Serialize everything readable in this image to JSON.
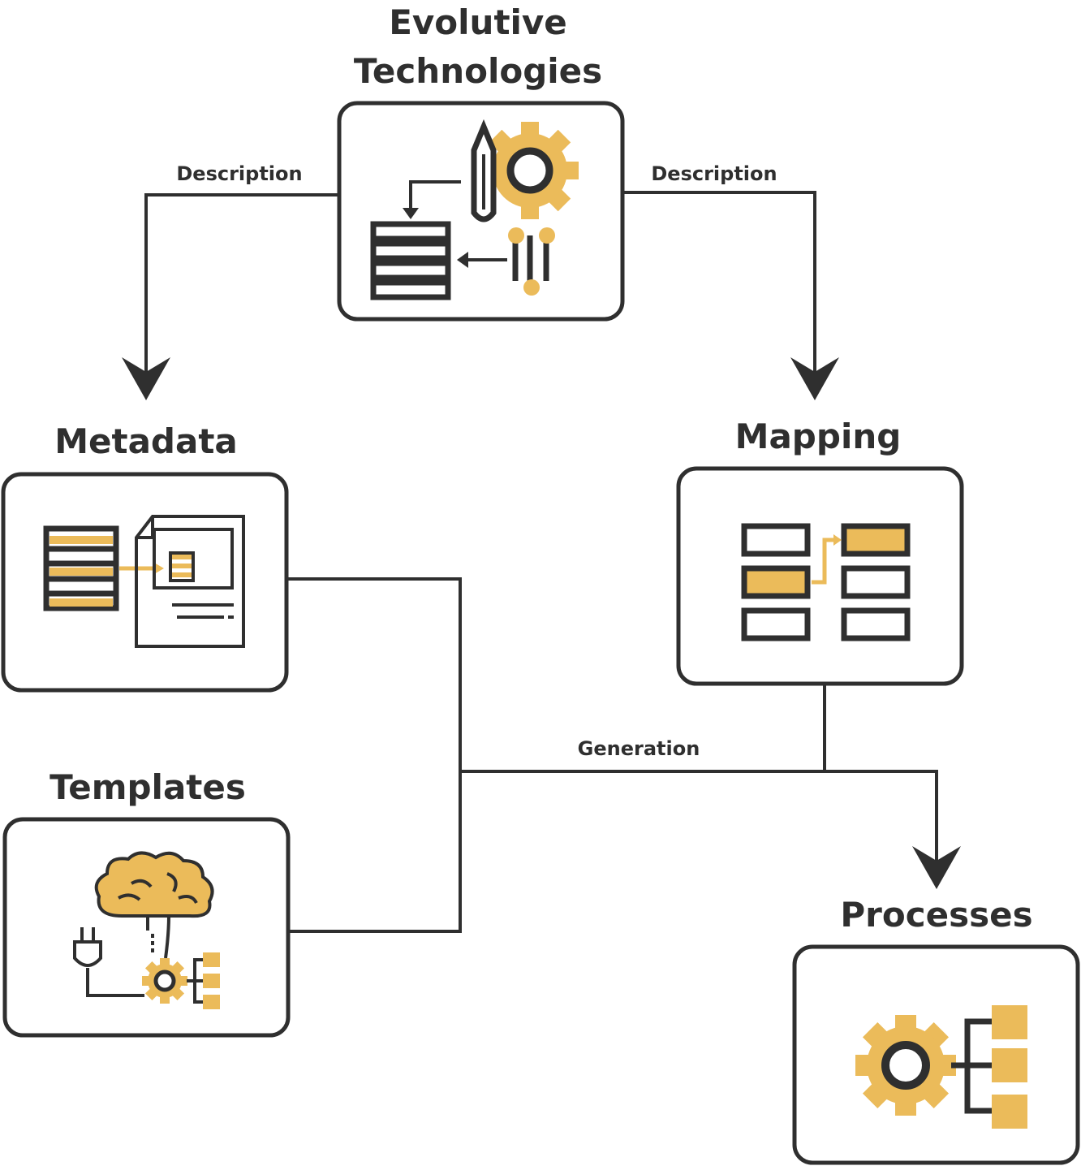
{
  "diagram": {
    "nodes": {
      "evolutive": {
        "title_line1": "Evolutive",
        "title_line2": "Technologies",
        "icon": "gear-pencil-database-icon"
      },
      "metadata": {
        "title": "Metadata",
        "icon": "database-document-icon"
      },
      "mapping": {
        "title": "Mapping",
        "icon": "mapping-table-icon"
      },
      "templates": {
        "title": "Templates",
        "icon": "brain-plug-gear-icon"
      },
      "processes": {
        "title": "Processes",
        "icon": "gear-hierarchy-icon"
      }
    },
    "edges": {
      "description_left": "Description",
      "description_right": "Description",
      "generation": "Generation"
    }
  },
  "colors": {
    "ink": "#2f2f2f",
    "accent": "#ebbb5a",
    "background": "#ffffff"
  }
}
